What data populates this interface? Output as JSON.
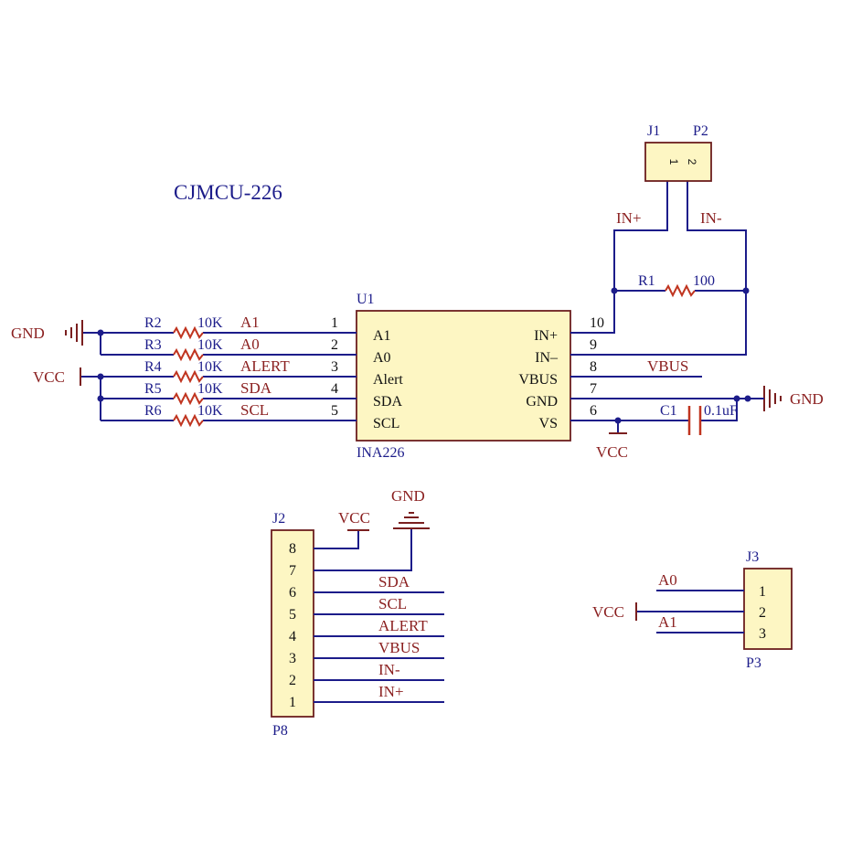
{
  "title": "CJMCU-226",
  "u1": {
    "ref": "U1",
    "part": "INA226",
    "left_pins": [
      {
        "num": "1",
        "name": "A1"
      },
      {
        "num": "2",
        "name": "A0"
      },
      {
        "num": "3",
        "name": "Alert"
      },
      {
        "num": "4",
        "name": "SDA"
      },
      {
        "num": "5",
        "name": "SCL"
      }
    ],
    "right_pins": [
      {
        "num": "10",
        "name": "IN+"
      },
      {
        "num": "9",
        "name": "IN–"
      },
      {
        "num": "8",
        "name": "VBUS"
      },
      {
        "num": "7",
        "name": "GND"
      },
      {
        "num": "6",
        "name": "VS"
      }
    ]
  },
  "left_network": {
    "gnd_label": "GND",
    "vcc_label": "VCC",
    "resistors": [
      {
        "ref": "R2",
        "value": "10K",
        "net": "A1"
      },
      {
        "ref": "R3",
        "value": "10K",
        "net": "A0"
      },
      {
        "ref": "R4",
        "value": "10K",
        "net": "ALERT"
      },
      {
        "ref": "R5",
        "value": "10K",
        "net": "SDA"
      },
      {
        "ref": "R6",
        "value": "10K",
        "net": "SCL"
      }
    ]
  },
  "right_network": {
    "vbus_label": "VBUS",
    "gnd_label": "GND",
    "vcc_label": "VCC",
    "c1_ref": "C1",
    "c1_value": "0.1uF",
    "r1_ref": "R1",
    "r1_value": "100",
    "in_plus": "IN+",
    "in_minus": "IN-"
  },
  "j1": {
    "ref": "J1",
    "alt_ref": "P2",
    "pins": [
      "1",
      "2"
    ]
  },
  "j2": {
    "ref": "J2",
    "alt_ref": "P8",
    "vcc_label": "VCC",
    "gnd_label": "GND",
    "pins": [
      {
        "num": "8",
        "net": ""
      },
      {
        "num": "7",
        "net": ""
      },
      {
        "num": "6",
        "net": "SDA"
      },
      {
        "num": "5",
        "net": "SCL"
      },
      {
        "num": "4",
        "net": "ALERT"
      },
      {
        "num": "3",
        "net": "VBUS"
      },
      {
        "num": "2",
        "net": "IN-"
      },
      {
        "num": "1",
        "net": "IN+"
      }
    ]
  },
  "j3": {
    "ref": "J3",
    "alt_ref": "P3",
    "vcc_label": "VCC",
    "pins": [
      {
        "num": "1",
        "net": "A0"
      },
      {
        "num": "2",
        "net": ""
      },
      {
        "num": "3",
        "net": "A1"
      }
    ]
  }
}
